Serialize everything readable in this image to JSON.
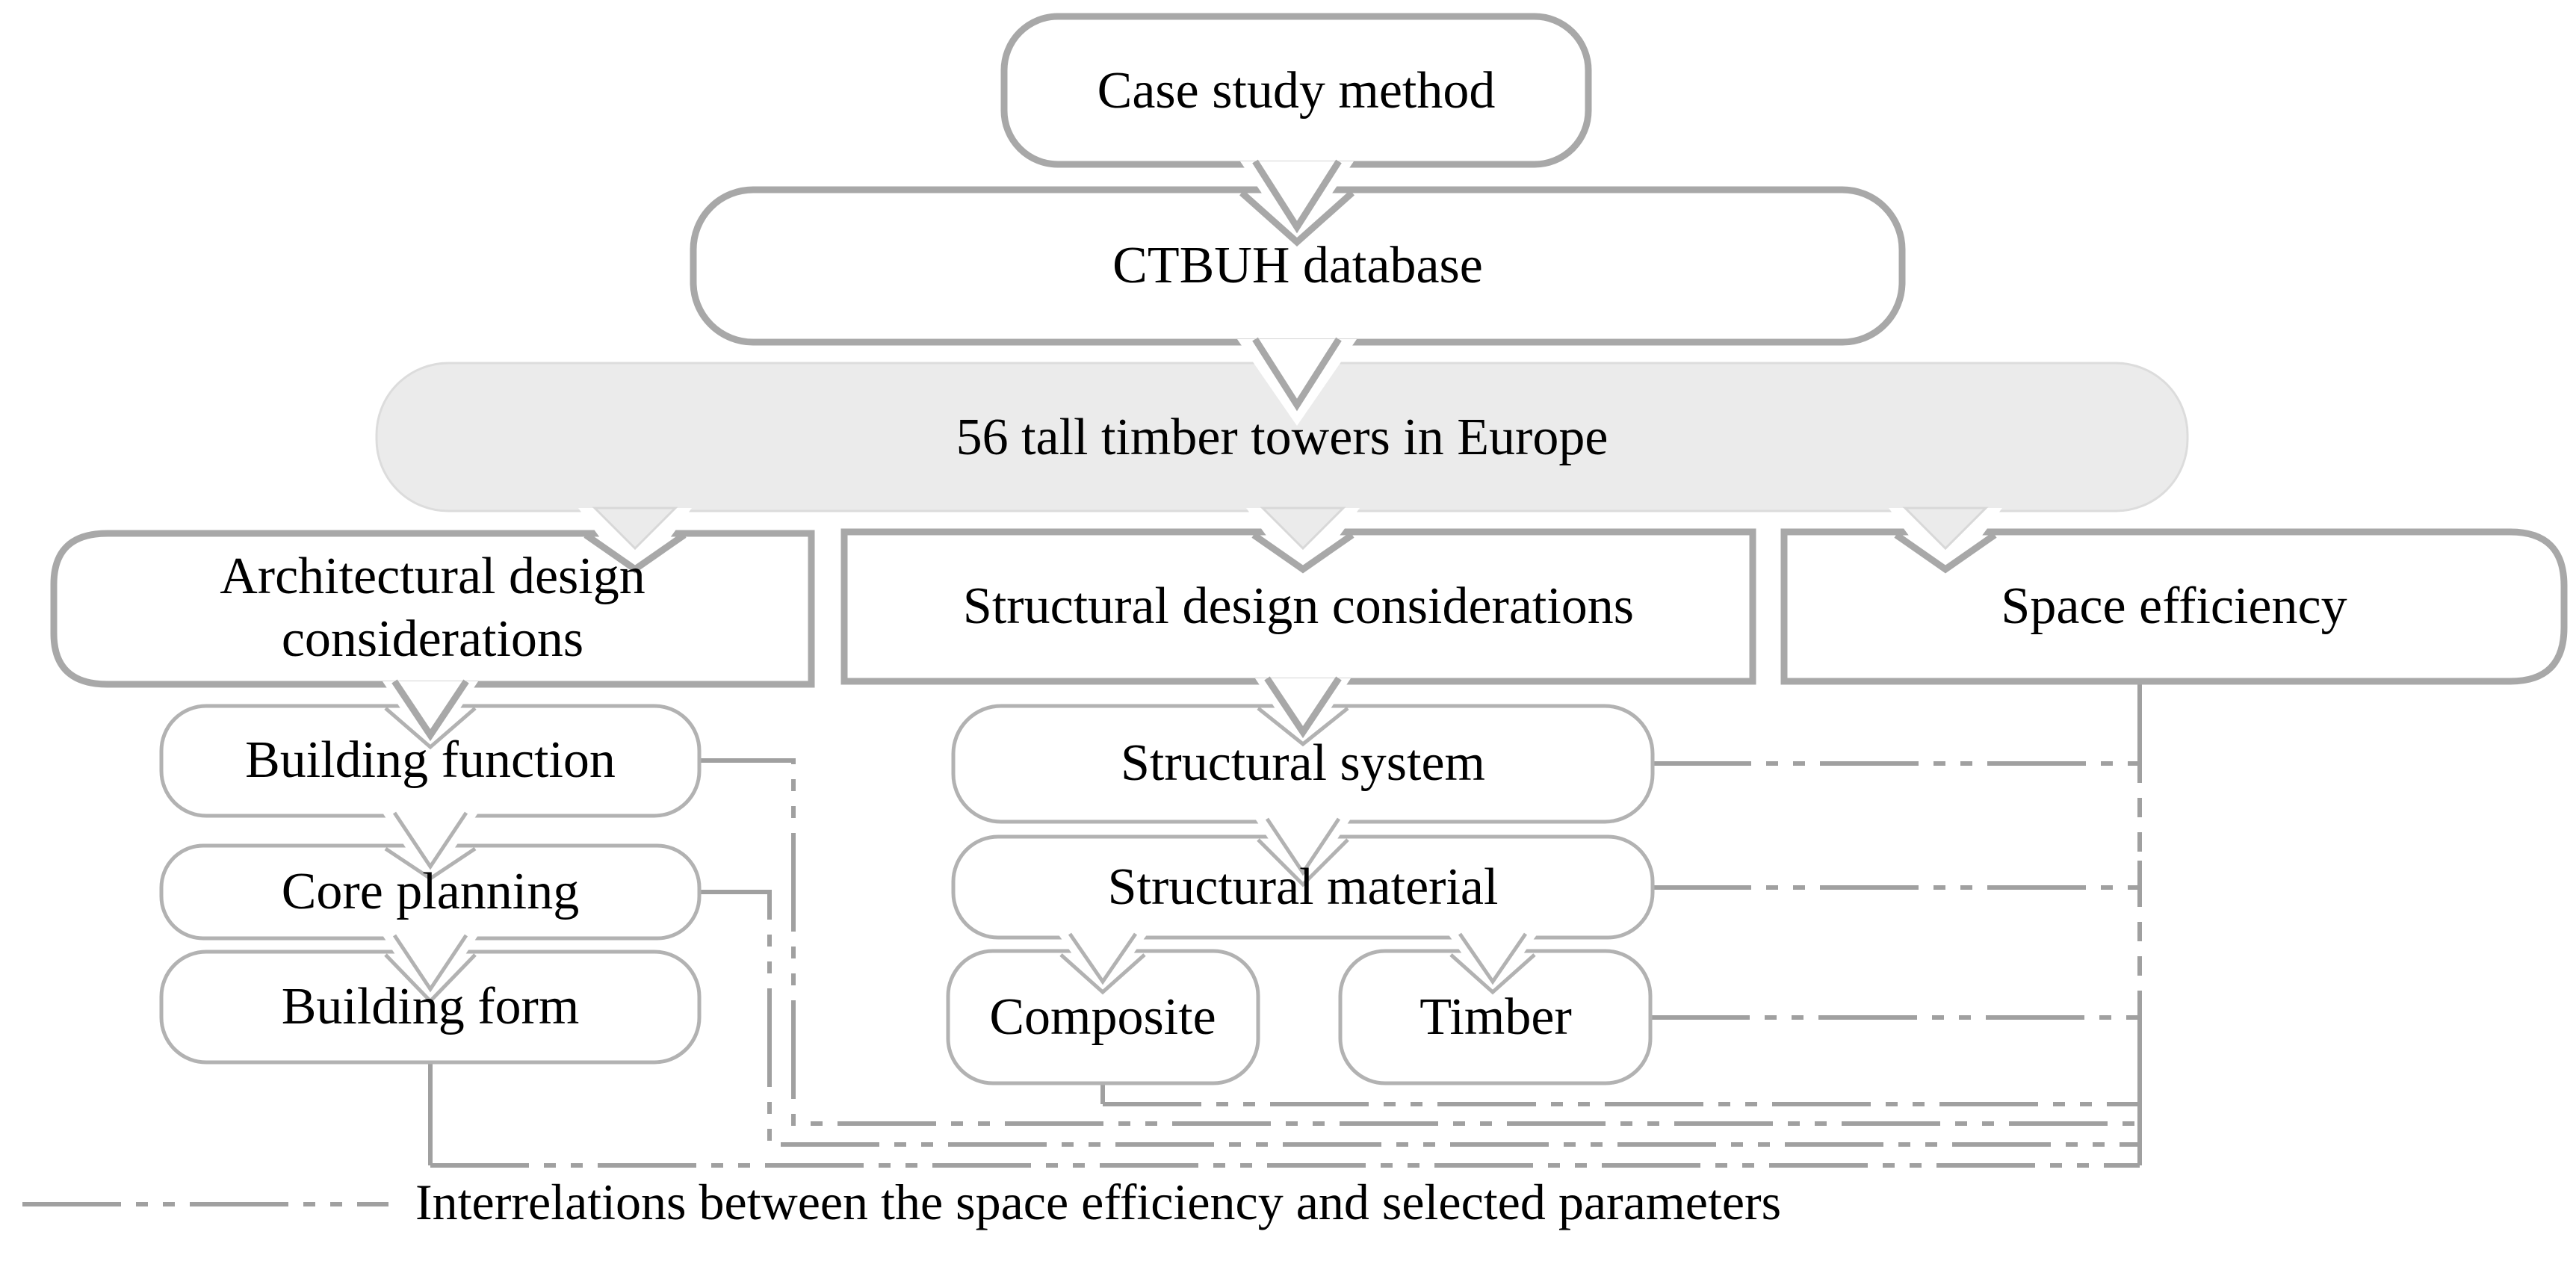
{
  "figure": {
    "type": "flowchart",
    "nodes": {
      "case_study": "Case study method",
      "ctbuh": "CTBUH database",
      "towers": "56 tall timber towers in Europe",
      "architectural": "Architectural design considerations",
      "structural": "Structural design considerations",
      "space_efficiency": "Space efficiency",
      "building_function": "Building function",
      "core_planning": "Core planning",
      "building_form": "Building form",
      "structural_system": "Structural system",
      "structural_material": "Structural material",
      "composite": "Composite",
      "timber": "Timber"
    },
    "edges": [
      [
        "case_study",
        "ctbuh"
      ],
      [
        "ctbuh",
        "towers"
      ],
      [
        "towers",
        "architectural"
      ],
      [
        "towers",
        "structural"
      ],
      [
        "towers",
        "space_efficiency"
      ],
      [
        "architectural",
        "building_function"
      ],
      [
        "building_function",
        "core_planning"
      ],
      [
        "core_planning",
        "building_form"
      ],
      [
        "structural",
        "structural_system"
      ],
      [
        "structural_system",
        "structural_material"
      ],
      [
        "structural_material",
        "composite"
      ],
      [
        "structural_material",
        "timber"
      ],
      [
        "building_function",
        "space_efficiency"
      ],
      [
        "core_planning",
        "space_efficiency"
      ],
      [
        "building_form",
        "space_efficiency"
      ],
      [
        "composite",
        "space_efficiency"
      ],
      [
        "timber",
        "space_efficiency"
      ],
      [
        "structural_system",
        "space_efficiency"
      ],
      [
        "structural_material",
        "space_efficiency"
      ]
    ],
    "legend": {
      "label": "Interrelations between the space efficiency and selected parameters",
      "line_style": "long-dash-dot-dot"
    },
    "colors": {
      "main_border": "#a8a8a8",
      "sub_border": "#b2b2b2",
      "highlight_fill": "#ebebeb",
      "highlight_edge": "#d8d8d8",
      "connector": "#a0a0a0",
      "text": "#000000",
      "background": "#ffffff"
    }
  }
}
